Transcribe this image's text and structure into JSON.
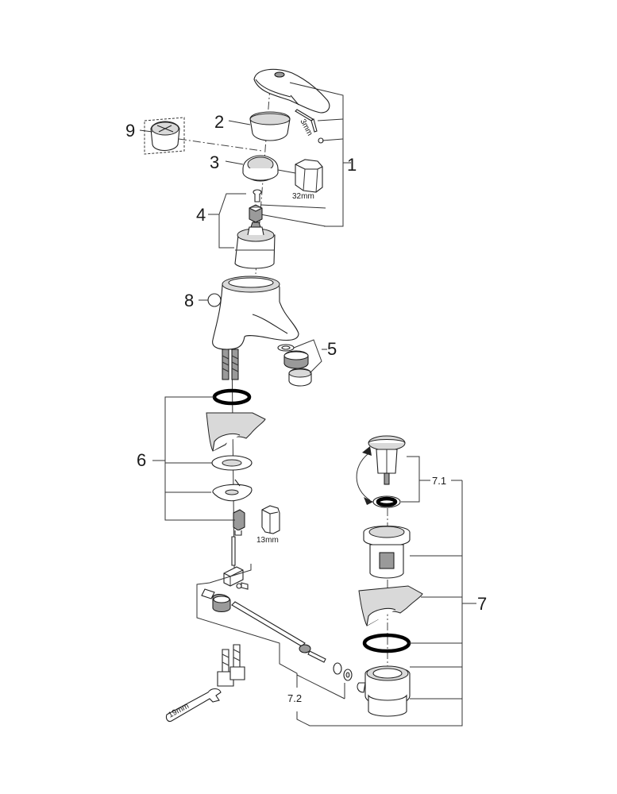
{
  "callouts": {
    "c1": "1",
    "c2": "2",
    "c3": "3",
    "c4": "4",
    "c5": "5",
    "c6": "6",
    "c7": "7",
    "c8": "8",
    "c9": "9",
    "c7_1": "7.1",
    "c7_2": "7.2"
  },
  "tool_sizes": {
    "hex_key": "3mm",
    "socket_32": "32mm",
    "socket_13": "13mm",
    "wrench_19": "19mm"
  }
}
